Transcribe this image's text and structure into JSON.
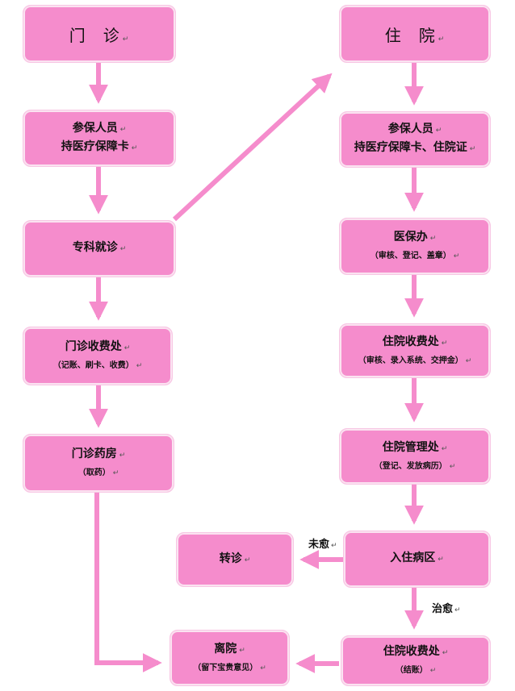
{
  "paragraph_mark": "↵",
  "left_column": {
    "outpatient": {
      "title": "门　诊"
    },
    "insured_outpatient": {
      "line1": "参保人员",
      "line2": "持医疗保障卡"
    },
    "specialist": {
      "line1": "专科就诊"
    },
    "outpatient_cashier": {
      "line1": "门诊收费处",
      "line2": "（记账、刷卡、收费）"
    },
    "outpatient_pharmacy": {
      "line1": "门诊药房",
      "line2": "（取药）"
    }
  },
  "right_column": {
    "inpatient": {
      "title": "住　院"
    },
    "insured_inpatient": {
      "line1": "参保人员",
      "line2": "持医疗保障卡、住院证"
    },
    "insurance_office": {
      "line1": "医保办",
      "line2": "（审核、登记、盖章）"
    },
    "inpatient_cashier": {
      "line1": "住院收费处",
      "line2": "（审核、录入系统、交押金）"
    },
    "inpatient_management": {
      "line1": "住院管理处",
      "line2": "（登记、发放病历）"
    },
    "admission_ward": {
      "line1": "入住病区"
    },
    "discharge_cashier": {
      "line1": "住院收费处",
      "line2": "（结账）"
    }
  },
  "transfer": {
    "line1": "转诊"
  },
  "discharge": {
    "line1": "离院",
    "line2": "（留下宝贵意见）"
  },
  "edge_labels": {
    "not_cured": "未愈",
    "cured": "治愈"
  },
  "colors": {
    "box_fill": "#f58ccc",
    "arrow": "#f58ccc"
  }
}
